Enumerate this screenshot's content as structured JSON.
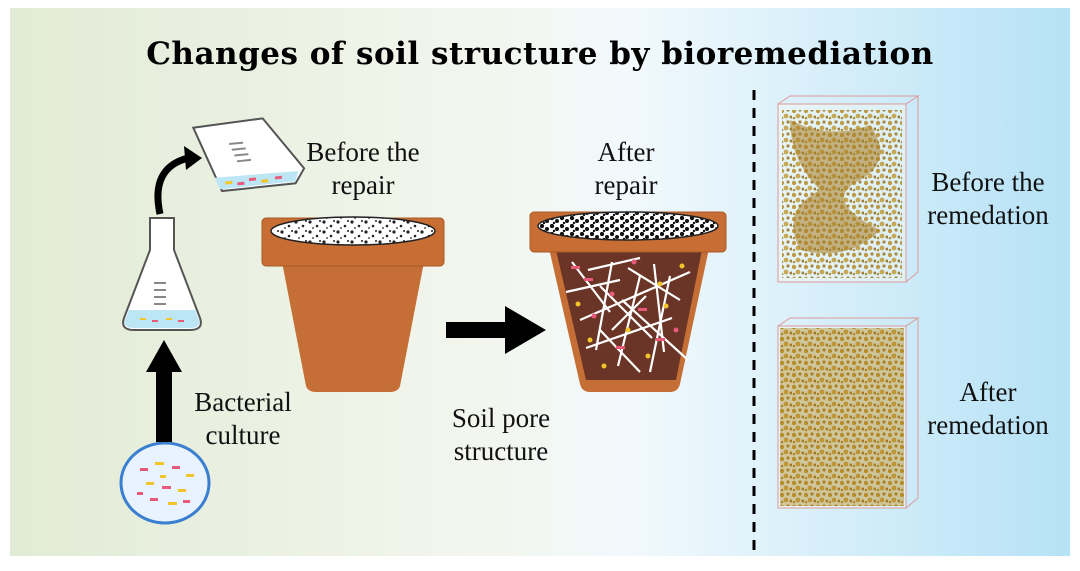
{
  "title": "Changes of soil structure by bioremediation",
  "labels": {
    "bacterial_culture": [
      "Bacterial",
      "culture"
    ],
    "before_repair": [
      "Before the",
      "repair"
    ],
    "after_repair": [
      "After",
      "repair"
    ],
    "soil_pore_structure": [
      "Soil pore",
      "structure"
    ],
    "before_remedation": [
      "Before the",
      "remedation"
    ],
    "after_remedation": [
      "After",
      "remedation"
    ]
  },
  "colors": {
    "background_left": "#e4ecd7",
    "background_right": "#b8e3f6",
    "pot_orange": "#c56f36",
    "pot_rim": "#c86e34",
    "soil_dark": "#6a3526",
    "root_white": "#ffffff",
    "particle_yellow": "#f2c52a",
    "particle_pink": "#e85a7a",
    "scan_gold": "#b58a2a",
    "arrow_black": "#000000"
  },
  "icons": [
    "petri-dish-icon",
    "flask-icon",
    "tilted-flask-icon",
    "curved-arrow-icon",
    "flower-pot-icon",
    "ct-scan-cube-icon"
  ]
}
